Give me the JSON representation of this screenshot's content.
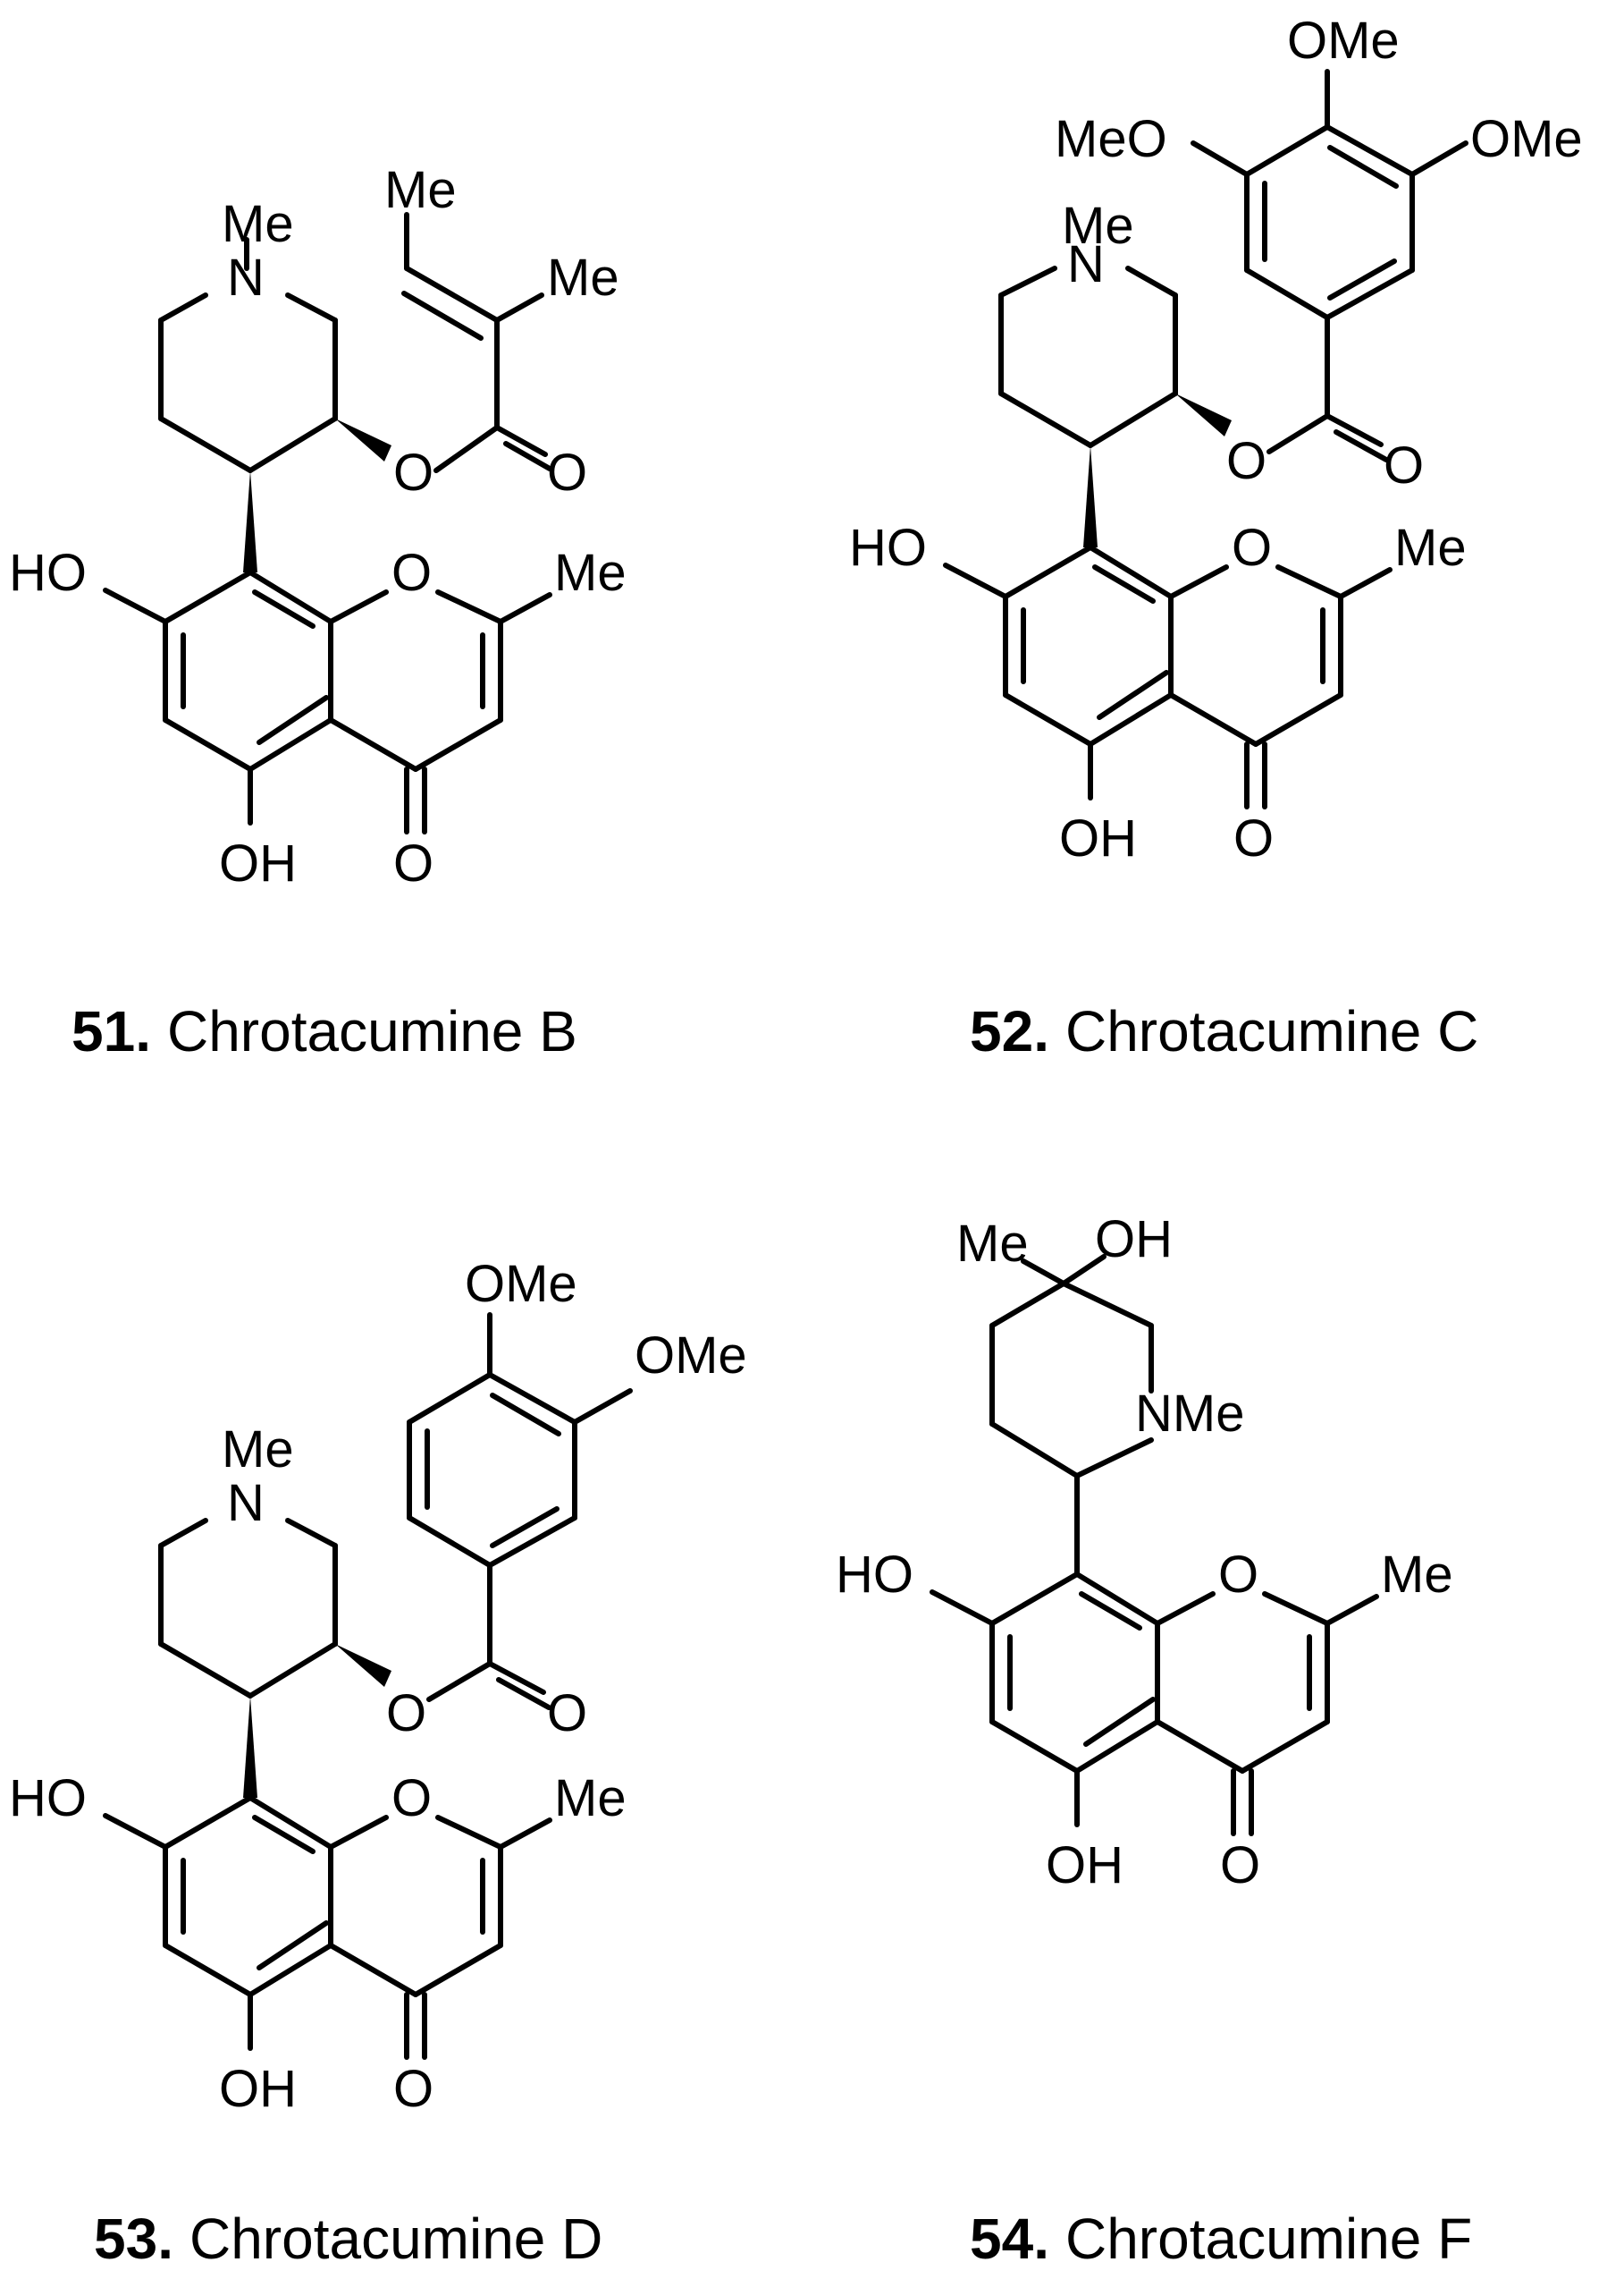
{
  "compounds": [
    {
      "number": "51.",
      "name": "Chrotacumine B",
      "labels": {
        "N_me": "Me",
        "N": "N",
        "ester_o": "O",
        "carbonyl_o": "O",
        "alkene_me_top": "Me",
        "alkene_me_side": "Me",
        "ho": "HO",
        "ring_o": "O",
        "chromone_me": "Me",
        "oh": "OH",
        "ketone_o": "O"
      }
    },
    {
      "number": "52.",
      "name": "Chrotacumine C",
      "labels": {
        "ome_top": "OMe",
        "meo_left": "MeO",
        "ome_right": "OMe",
        "N_me": "Me",
        "N": "N",
        "ester_o": "O",
        "carbonyl_o": "O",
        "ho": "HO",
        "ring_o": "O",
        "chromone_me": "Me",
        "oh": "OH",
        "ketone_o": "O"
      }
    },
    {
      "number": "53.",
      "name": "Chrotacumine D",
      "labels": {
        "ome_top": "OMe",
        "ome_right": "OMe",
        "N_me": "Me",
        "N": "N",
        "ester_o": "O",
        "carbonyl_o": "O",
        "ho": "HO",
        "ring_o": "O",
        "chromone_me": "Me",
        "oh": "OH",
        "ketone_o": "O"
      }
    },
    {
      "number": "54.",
      "name": "Chrotacumine F",
      "labels": {
        "me": "Me",
        "oh_top": "OH",
        "nme": "NMe",
        "ho": "HO",
        "ring_o": "O",
        "chromone_me": "Me",
        "oh": "OH",
        "ketone_o": "O"
      }
    }
  ]
}
